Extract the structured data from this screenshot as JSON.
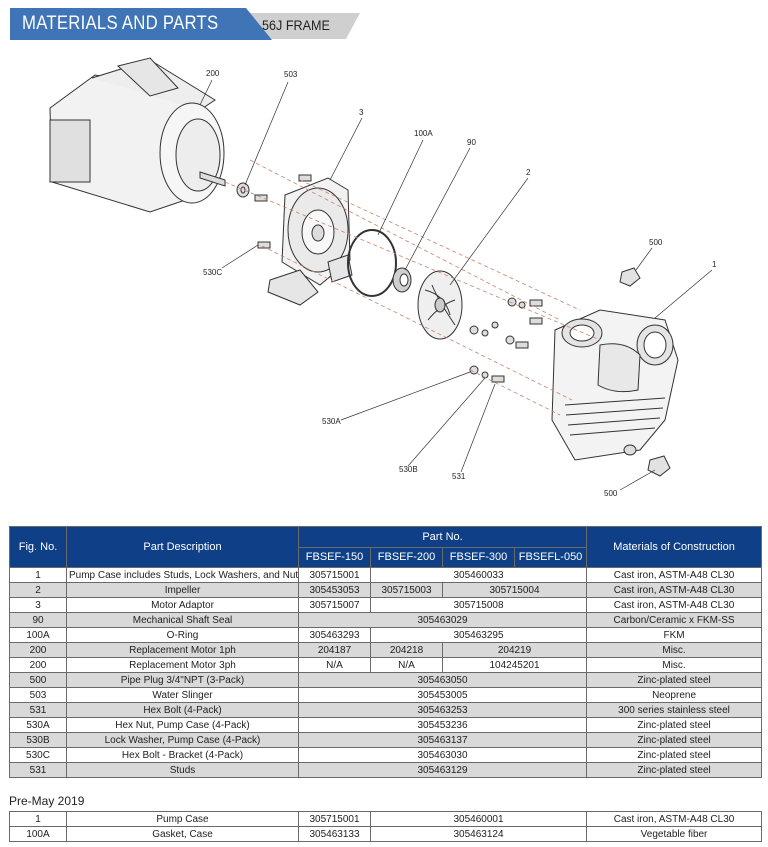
{
  "header": {
    "title": "MATERIALS AND PARTS",
    "subtitle": "56J FRAME"
  },
  "diagram": {
    "callouts": [
      "200",
      "503",
      "3",
      "100A",
      "90",
      "2",
      "500",
      "1",
      "530C",
      "530A",
      "530B",
      "531",
      "500"
    ]
  },
  "table": {
    "headers": {
      "fig_no": "Fig. No.",
      "part_description": "Part Description",
      "part_no": "Part No.",
      "materials": "Materials of Construction",
      "models": [
        "FBSEF-150",
        "FBSEF-200",
        "FBSEF-300",
        "FBSEFL-050"
      ]
    },
    "rows": [
      [
        "1",
        "Pump Case includes Studs, Lock Washers, and Nuts",
        "305715001",
        "305460033",
        "Cast iron, ASTM-A48 CL30"
      ],
      [
        "2",
        "Impeller",
        "305453053",
        "305715003",
        "305715004",
        "Cast iron, ASTM-A48 CL30"
      ],
      [
        "3",
        "Motor Adaptor",
        "305715007",
        "305715008",
        "Cast iron, ASTM-A48 CL30"
      ],
      [
        "90",
        "Mechanical Shaft Seal",
        "305463029",
        "Carbon/Ceramic x FKM-SS"
      ],
      [
        "100A",
        "O-Ring",
        "305463293",
        "305463295",
        "FKM"
      ],
      [
        "200",
        "Replacement Motor 1ph",
        "204187",
        "204218",
        "204219",
        "Misc."
      ],
      [
        "200",
        "Replacement Motor 3ph",
        "N/A",
        "N/A",
        "104245201",
        "Misc."
      ],
      [
        "500",
        "Pipe Plug 3/4\"NPT (3-Pack)",
        "305463050",
        "Zinc-plated steel"
      ],
      [
        "503",
        "Water Slinger",
        "305453005",
        "Neoprene"
      ],
      [
        "531",
        "Hex Bolt (4-Pack)",
        "305463253",
        "300 series stainless steel"
      ],
      [
        "530A",
        "Hex Nut, Pump Case (4-Pack)",
        "305453236",
        "Zinc-plated steel"
      ],
      [
        "530B",
        "Lock Washer, Pump Case (4-Pack)",
        "305463137",
        "Zinc-plated steel"
      ],
      [
        "530C",
        "Hex Bolt - Bracket (4-Pack)",
        "305463030",
        "Zinc-plated steel"
      ],
      [
        "531",
        "Studs",
        "305463129",
        "Zinc-plated steel"
      ]
    ]
  },
  "pre_may": {
    "label": "Pre-May 2019",
    "rows": [
      [
        "1",
        "Pump Case",
        "305715001",
        "305460001",
        "Cast iron, ASTM-A48 CL30"
      ],
      [
        "100A",
        "Gasket, Case",
        "305463133",
        "305463124",
        "Vegetable fiber"
      ]
    ]
  }
}
